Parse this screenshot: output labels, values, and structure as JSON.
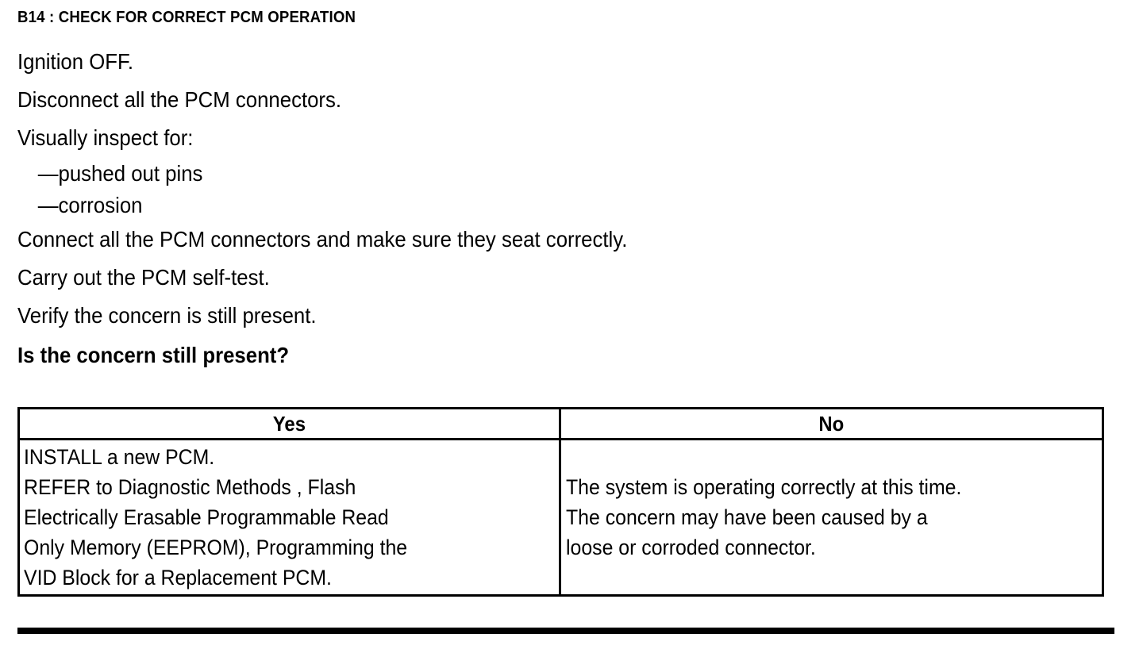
{
  "document": {
    "title": "B14 : CHECK FOR CORRECT PCM OPERATION",
    "steps": [
      "Ignition OFF.",
      "Disconnect all the PCM connectors.",
      "Visually inspect for:",
      "—pushed out pins",
      "—corrosion",
      "Connect all the PCM connectors and make sure they seat correctly.",
      "Carry out the PCM self-test.",
      "Verify the concern is still present."
    ],
    "question": "Is the concern still present?"
  },
  "decision_table": {
    "headers": {
      "yes": "Yes",
      "no": "No"
    },
    "yes_cell_lines": [
      "INSTALL a new PCM.",
      "REFER to Diagnostic Methods , Flash",
      "Electrically Erasable Programmable Read",
      "Only Memory  (EEPROM), Programming the",
      "VID Block for a Replacement PCM."
    ],
    "no_cell_lines": [
      "The system is operating correctly at this time.",
      "The concern may have been caused by a",
      "loose or corroded connector."
    ]
  },
  "colors": {
    "ink": "#000000",
    "paper": "#ffffff"
  }
}
